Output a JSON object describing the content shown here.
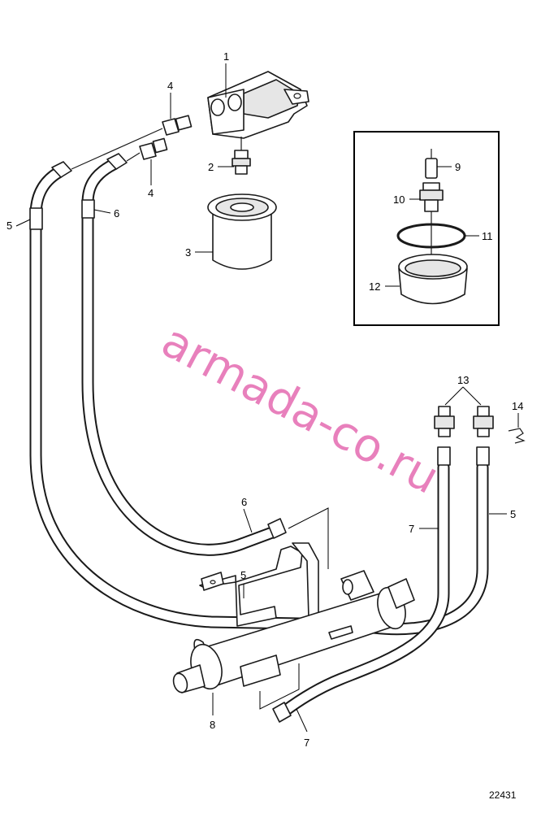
{
  "callouts": {
    "c1": "1",
    "c2": "2",
    "c3": "3",
    "c4a": "4",
    "c4b": "4",
    "c5a": "5",
    "c5b": "5",
    "c5c": "5",
    "c6a": "6",
    "c6b": "6",
    "c7a": "7",
    "c7b": "7",
    "c8": "8",
    "c9": "9",
    "c10": "10",
    "c11": "11",
    "c12": "12",
    "c13": "13",
    "c14": "14"
  },
  "watermark": "armada-co.ru",
  "figure_number": "22431"
}
